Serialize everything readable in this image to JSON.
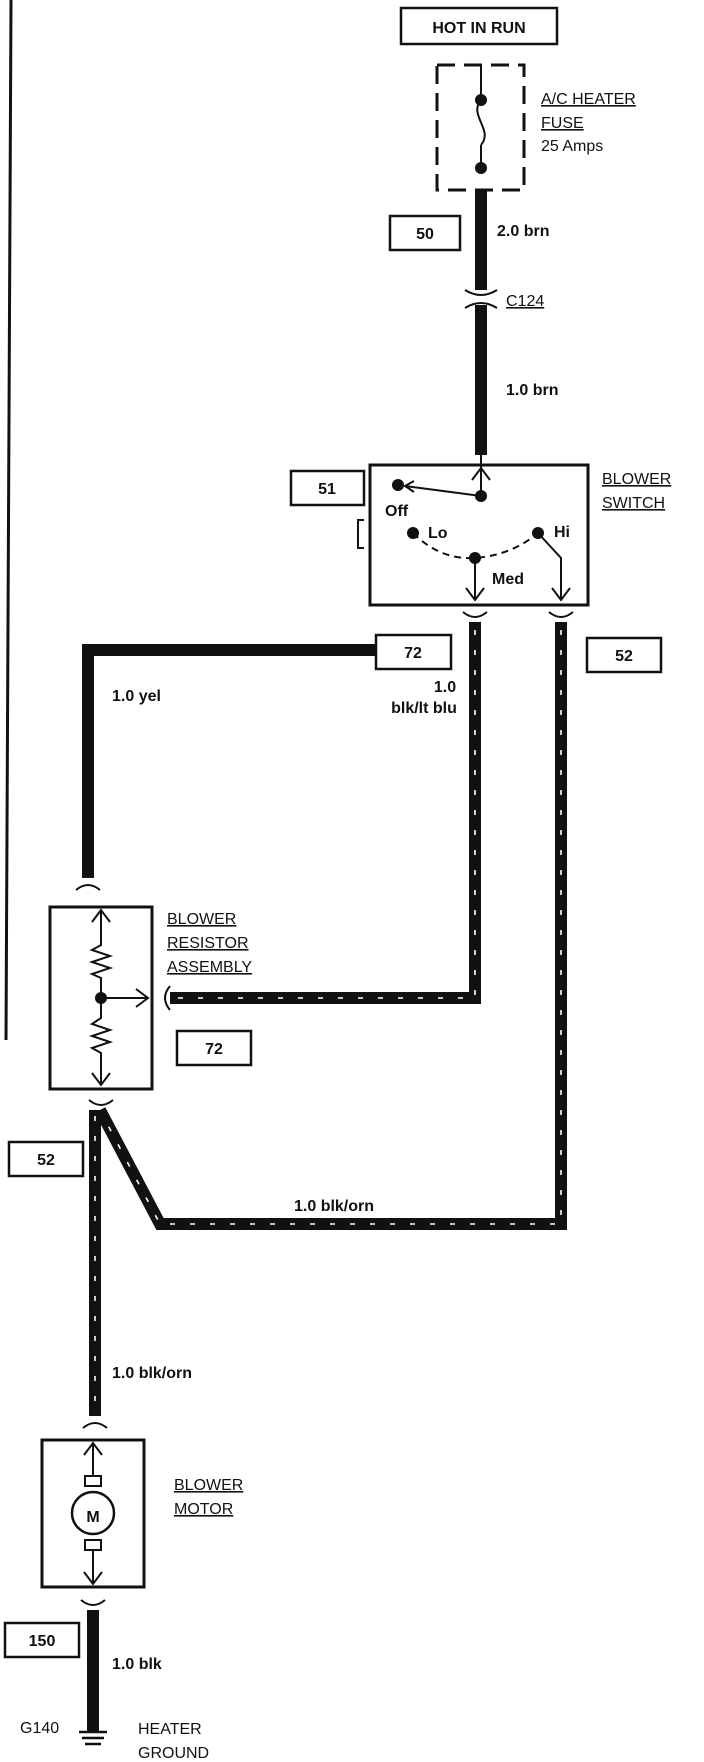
{
  "power_source": "HOT IN RUN",
  "fuse": {
    "name_line1": "A/C HEATER",
    "name_line2": "FUSE",
    "rating": "25 Amps"
  },
  "connector_c124": "C124",
  "wires": {
    "w_fuse": "2.0 brn",
    "w_switch_in": "1.0 brn",
    "w_yel": "1.0 yel",
    "w_blkltblu_1": "1.0",
    "w_blkltblu_2": "blk/lt blu",
    "w_blkorn_h": "1.0 blk/orn",
    "w_blkorn_v": "1.0 blk/orn",
    "w_blk": "1.0 blk"
  },
  "switch": {
    "name_line1": "BLOWER",
    "name_line2": "SWITCH",
    "positions": {
      "off": "Off",
      "lo": "Lo",
      "med": "Med",
      "hi": "Hi"
    }
  },
  "resistor": {
    "name_line1": "BLOWER",
    "name_line2": "RESISTOR",
    "name_line3": "ASSEMBLY"
  },
  "motor": {
    "name_line1": "BLOWER",
    "name_line2": "MOTOR",
    "symbol": "M"
  },
  "ground": {
    "id": "G140",
    "name_line1": "HEATER",
    "name_line2": "GROUND"
  },
  "circuit_refs": {
    "r50": "50",
    "r51": "51",
    "r72_top": "72",
    "r52_right": "52",
    "r72_mid": "72",
    "r52_left": "52",
    "r150": "150"
  }
}
